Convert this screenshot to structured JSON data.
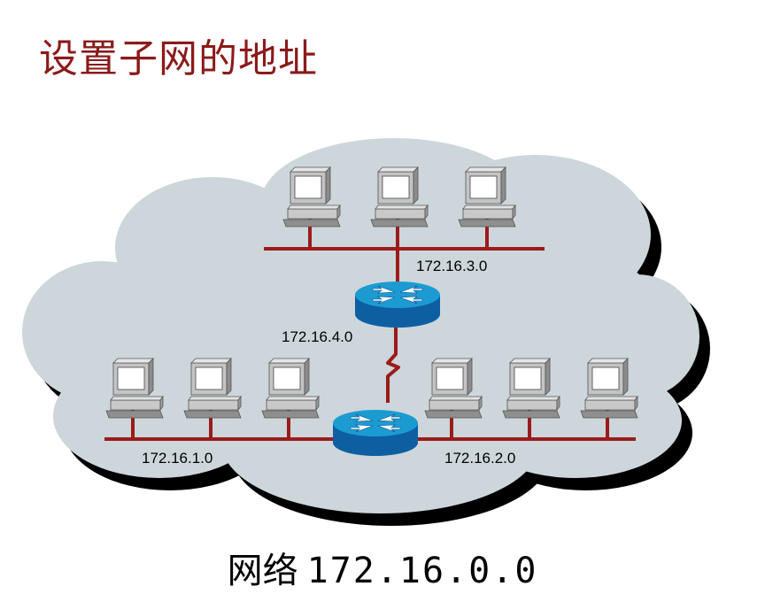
{
  "title": "设置子网的地址",
  "colors": {
    "title": "#8b1a1a",
    "cloud_fill": "#cdd6db",
    "cloud_shadow": "#000000",
    "network_line": "#9b1b1b",
    "router_top": "#1c9bd3",
    "router_side": "#0d5fa1"
  },
  "subnets": {
    "top": "172.16.3.0",
    "router_link": "172.16.4.0",
    "left": "172.16.1.0",
    "right": "172.16.2.0"
  },
  "caption": {
    "word": "网络",
    "network": "172.16.0.0"
  }
}
